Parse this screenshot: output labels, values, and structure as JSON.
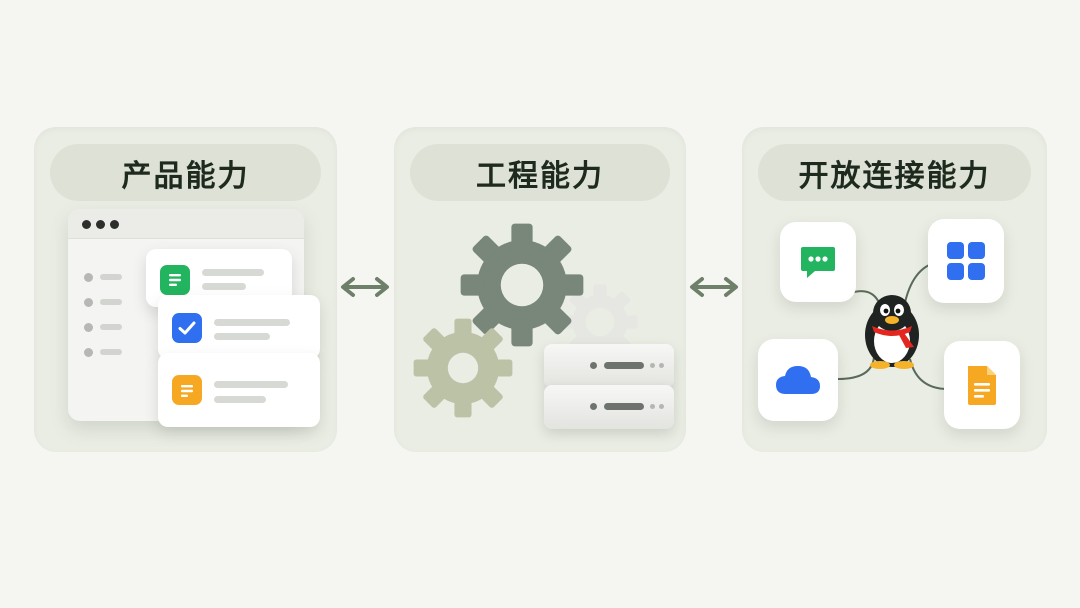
{
  "panels": [
    {
      "title": "产品能力"
    },
    {
      "title": "工程能力"
    },
    {
      "title": "开放连接能力"
    }
  ],
  "colors": {
    "background": "#f5f6f1",
    "panel": "#eaede3",
    "title_pill": "#dee2d6",
    "arrow": "#6f806a",
    "gear_dark": "#78877a",
    "gear_light": "#bcc2a6",
    "gear_white": "#e6e6e2",
    "green_app": "#22b45e",
    "blue_app": "#2f6ff0",
    "orange_app": "#f6a823"
  },
  "icons": {
    "product_scene": "app-window-icon",
    "engineering_scene": "gears-and-servers-icon",
    "open_scene": "penguin-hub-icon"
  }
}
